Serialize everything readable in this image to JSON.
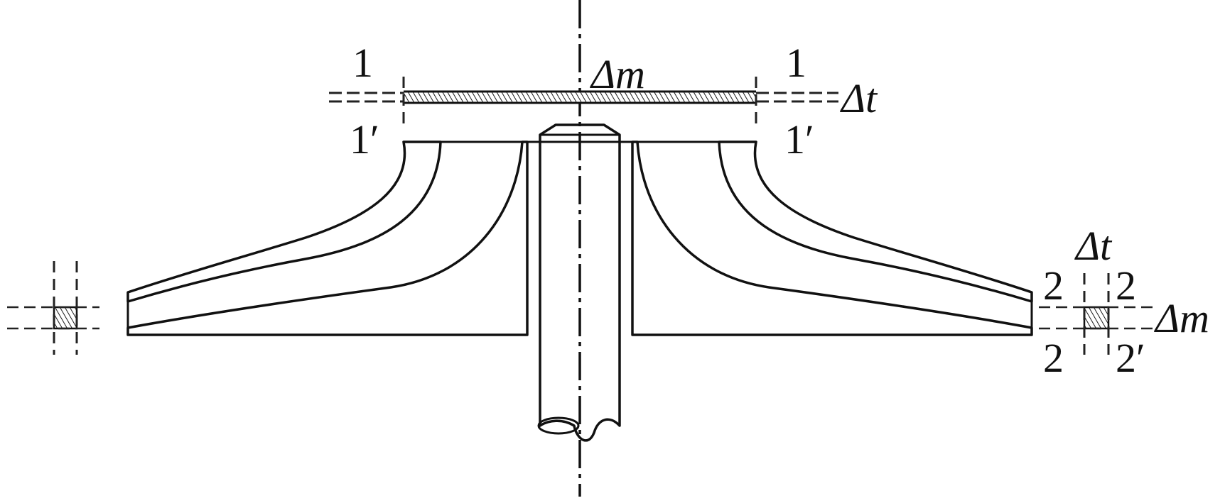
{
  "labels": {
    "inlet_left_top": "1",
    "inlet_left_bottom": "1′",
    "inlet_right_top": "1",
    "inlet_right_bottom": "1′",
    "mass_element_top": "Δm",
    "time_step_top": "Δt",
    "time_step_right": "Δt",
    "outlet_left_top": "2",
    "outlet_right_top": "2",
    "outlet_left_bottom": "2",
    "outlet_right_bottom": "2′",
    "mass_element_right": "Δm"
  },
  "colors": {
    "line": "#111111",
    "hatch": "#1a1a1a",
    "background": "#ffffff"
  }
}
